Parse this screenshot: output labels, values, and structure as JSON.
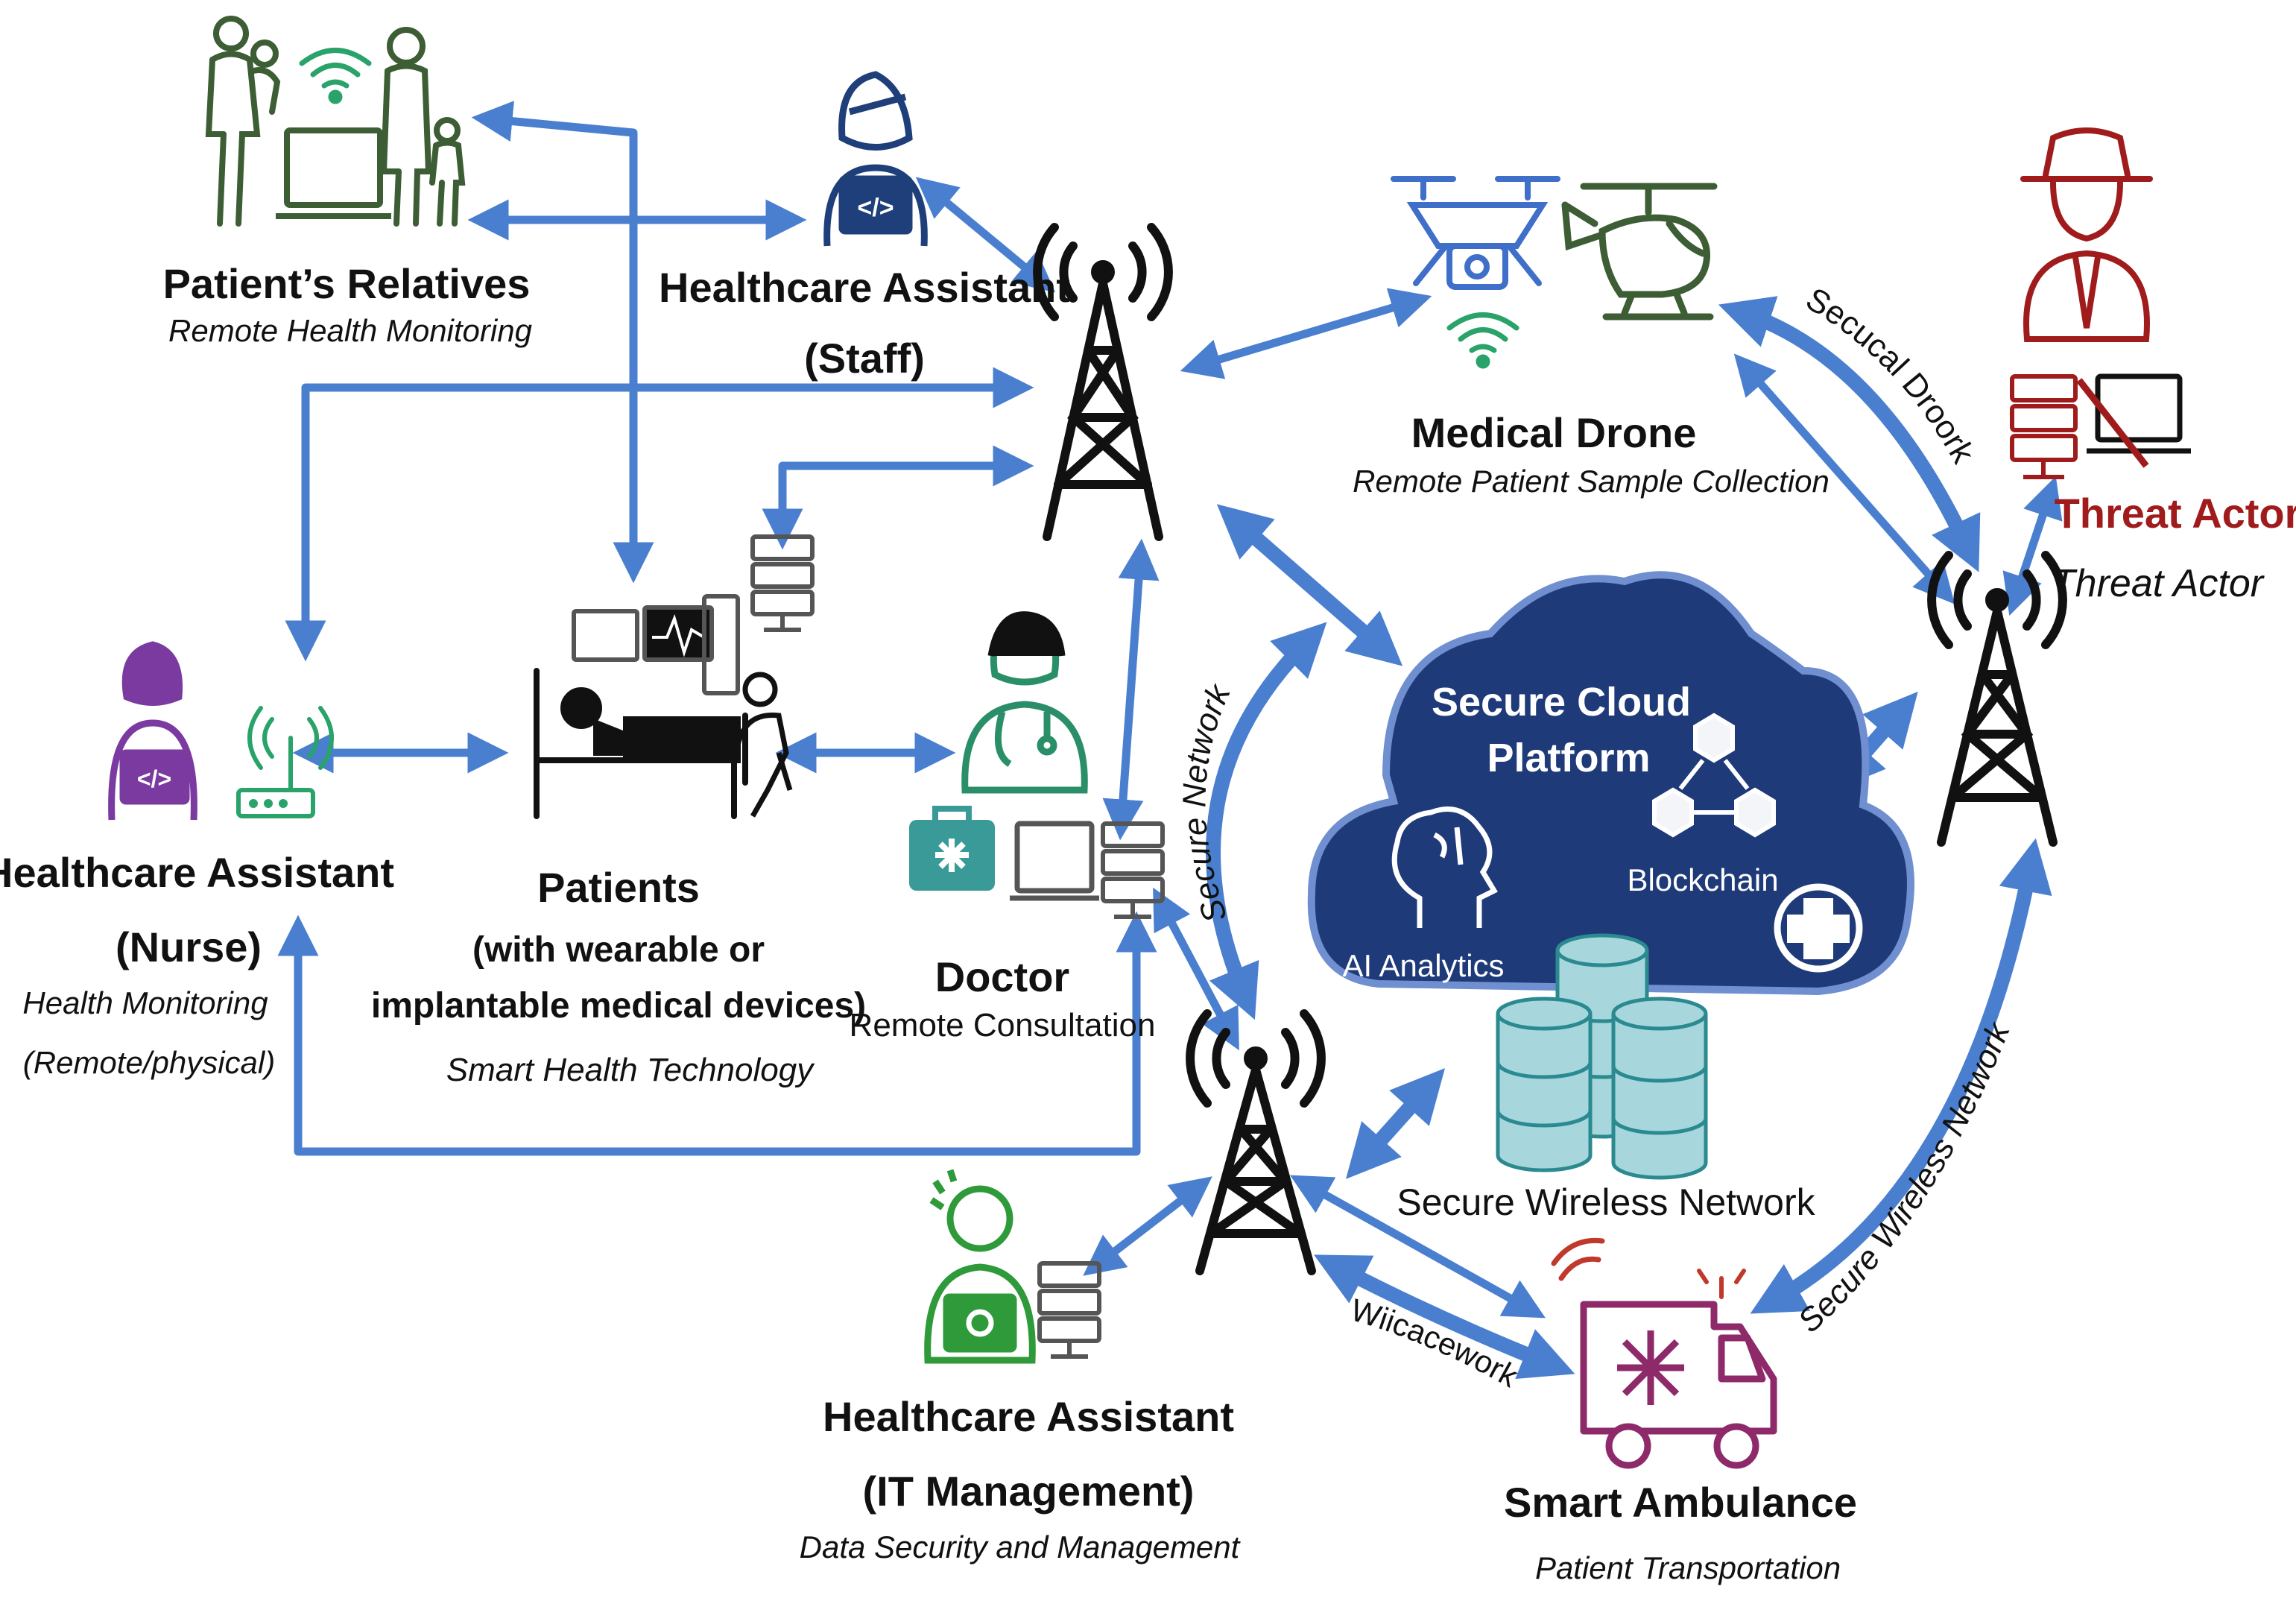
{
  "colors": {
    "arrow": "#4a7fd0",
    "dark": "#111111",
    "relatives": "#3d5d35",
    "staff": "#1f3f7a",
    "nurse": "#7a3aa0",
    "doctor": "#2a8f68",
    "it": "#2f9a3a",
    "drone": "#3f6fc8",
    "helicopter": "#3d5d35",
    "threat": "#a01c1c",
    "cloud": "#1f3a78",
    "cloudEdge": "#6f8fd0",
    "database": "#a7d7dc",
    "ambulance": "#8f2a6a",
    "wifiGreen": "#2aa36a",
    "kit": "#3a9a98",
    "server": "#555555",
    "text": "#111111",
    "white": "#ffffff"
  },
  "icons": [
    "family-icon",
    "laptop-icon",
    "wifi-icon",
    "staff-icon",
    "tower-icon",
    "drone-icon",
    "helicopter-icon",
    "threat-actor-icon",
    "server-icon",
    "router-icon",
    "nurse-icon",
    "patient-bed-icon",
    "monitor-icon",
    "doctor-icon",
    "medical-kit-icon",
    "cloud-icon",
    "brain-icon",
    "blockchain-icon",
    "medical-cross-icon",
    "database-icon",
    "it-manager-icon",
    "ambulance-icon"
  ],
  "nodes": {
    "relatives": {
      "title": "Patient’s Relatives",
      "subtitle": "Remote Health Monitoring"
    },
    "staff": {
      "title": "Healthcare Assistant",
      "title2": "(Staff)"
    },
    "drone": {
      "title": "Medical Drone",
      "subtitle": "Remote Patient Sample Collection"
    },
    "threat": {
      "title": "Threat Actor",
      "title2": "Threat Actor"
    },
    "nurse": {
      "title": "Healthcare Assistant",
      "title2": "(Nurse)",
      "subtitle": "Health Monitoring",
      "subtitle2": "(Remote/physical)"
    },
    "patients": {
      "title": "Patients",
      "line2": "(with wearable or",
      "line3": "implantable medical devices)",
      "subtitle": "Smart Health Technology"
    },
    "doctor": {
      "title": "Doctor",
      "subtitle": "Remote Consultation"
    },
    "cloud": {
      "title": "Secure Cloud",
      "title2": "Platform",
      "blockchain": "Blockchain",
      "ai": "AI Analytics",
      "data": "Data"
    },
    "wireless": {
      "title": "Secure Wireless Network"
    },
    "it": {
      "title": "Healthcare Assistant",
      "title2": "(IT Management)",
      "subtitle": "Data Security and Management"
    },
    "ambulance": {
      "title": "Smart Ambulance",
      "subtitle": "Patient Transportation"
    }
  },
  "links": {
    "secure_network": "Secure Network",
    "secure_wireless_network": "Secure Wireless Network",
    "secucal_droork": "Secucal Droork",
    "wiicacework": "Wiicacework"
  }
}
